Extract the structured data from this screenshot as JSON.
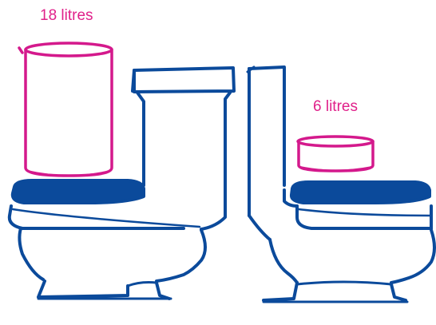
{
  "labels": {
    "left_volume": "18 litres",
    "right_volume": "6 litres"
  },
  "colors": {
    "label": "#e0218a",
    "container": "#d4198c",
    "toilet": "#0b4a9b",
    "background": "#ffffff"
  },
  "figures": [
    {
      "name": "left-toilet",
      "container_volume_litres": 18
    },
    {
      "name": "right-toilet",
      "container_volume_litres": 6
    }
  ]
}
